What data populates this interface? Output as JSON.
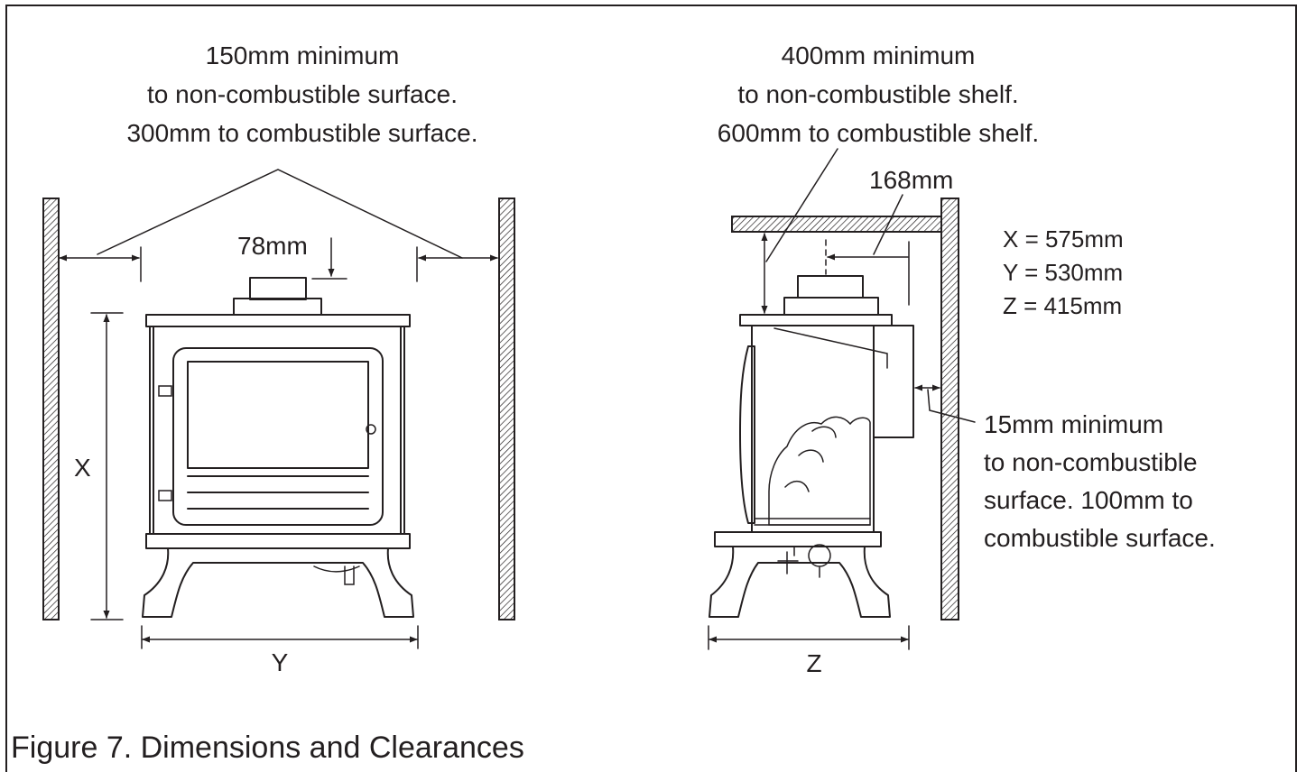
{
  "front_view": {
    "top_note": [
      "150mm minimum",
      "to non-combustible surface.",
      "300mm to combustible surface."
    ],
    "flue_label": "78mm",
    "height_label": "X",
    "width_label": "Y"
  },
  "side_view": {
    "top_note": [
      "400mm minimum",
      "to non-combustible shelf.",
      "600mm to combustible shelf."
    ],
    "shelf_label": "168mm",
    "depth_label": "Z",
    "rear_note": [
      "15mm minimum",
      "to non-combustible",
      "surface. 100mm to",
      "combustible surface."
    ]
  },
  "dimension_key": [
    "X = 575mm",
    "Y = 530mm",
    "Z = 415mm"
  ],
  "caption": "Figure 7. Dimensions and Clearances",
  "colors": {
    "ink": "#231f20",
    "background": "#ffffff"
  }
}
